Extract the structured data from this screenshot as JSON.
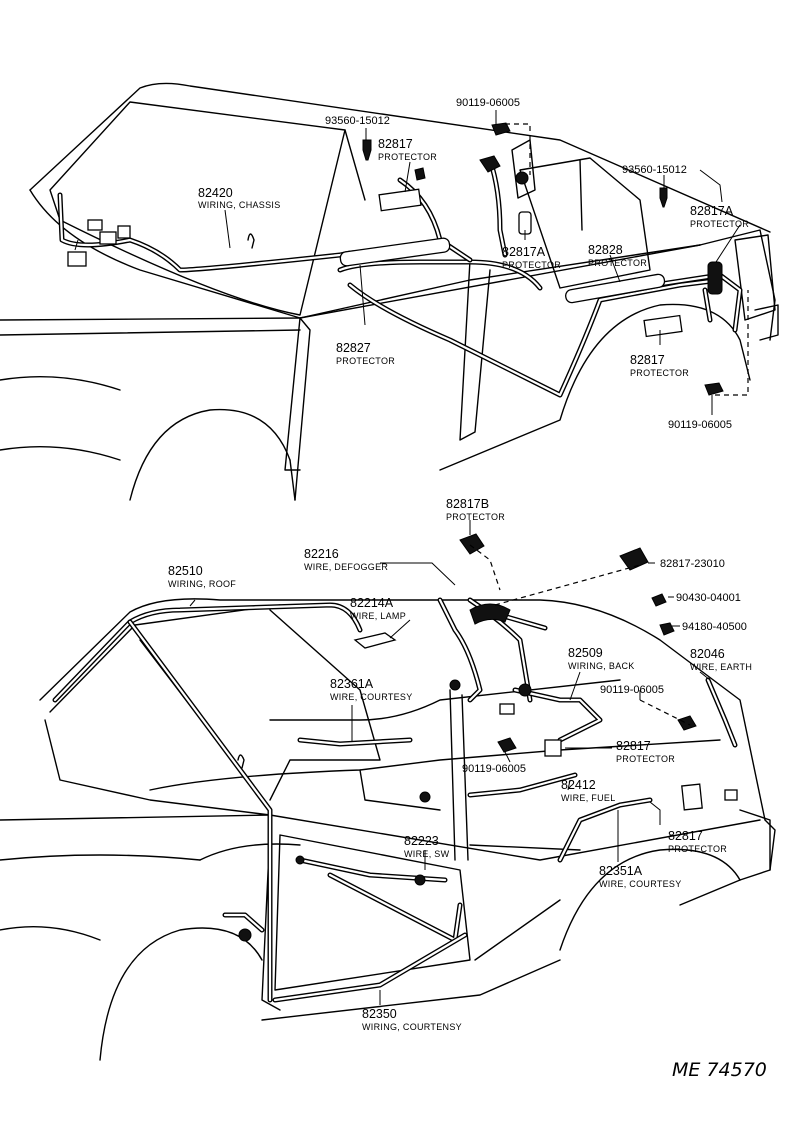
{
  "upper": {
    "labels": [
      {
        "id": "p93560a",
        "number": "93560-15012",
        "desc": ""
      },
      {
        "id": "p90119a",
        "number": "90119-06005",
        "desc": ""
      },
      {
        "id": "p82817a",
        "number": "82817",
        "desc": "PROTECTOR"
      },
      {
        "id": "p82420",
        "number": "82420",
        "desc": "WIRING, CHASSIS"
      },
      {
        "id": "p93560b",
        "number": "93560-15012",
        "desc": ""
      },
      {
        "id": "p82817Aa",
        "number": "82817A",
        "desc": "PROTECTOR"
      },
      {
        "id": "p82817Ab",
        "number": "82817A",
        "desc": "PROTECTOR"
      },
      {
        "id": "p82828",
        "number": "82828",
        "desc": "PROTECTOR"
      },
      {
        "id": "p82827",
        "number": "82827",
        "desc": "PROTECTOR"
      },
      {
        "id": "p82817b",
        "number": "82817",
        "desc": "PROTECTOR"
      },
      {
        "id": "p90119b",
        "number": "90119-06005",
        "desc": ""
      }
    ]
  },
  "lower": {
    "labels": [
      {
        "id": "p82817B",
        "number": "82817B",
        "desc": "PROTECTOR"
      },
      {
        "id": "p82216",
        "number": "82216",
        "desc": "WIRE, DEFOGGER"
      },
      {
        "id": "p82510",
        "number": "82510",
        "desc": "WIRING, ROOF"
      },
      {
        "id": "p82214A",
        "number": "82214A",
        "desc": "WIRE, LAMP"
      },
      {
        "id": "p8281723010",
        "number": "82817-23010",
        "desc": ""
      },
      {
        "id": "p9043004001",
        "number": "90430-04001",
        "desc": ""
      },
      {
        "id": "p9418040500",
        "number": "94180-40500",
        "desc": ""
      },
      {
        "id": "p82509",
        "number": "82509",
        "desc": "WIRING, BACK"
      },
      {
        "id": "p82046",
        "number": "82046",
        "desc": "WIRE, EARTH"
      },
      {
        "id": "p82361A",
        "number": "82361A",
        "desc": "WIRE, COURTESY"
      },
      {
        "id": "p90119c",
        "number": "90119-06005",
        "desc": ""
      },
      {
        "id": "p82817c",
        "number": "82817",
        "desc": "PROTECTOR"
      },
      {
        "id": "p90119d",
        "number": "90119-06005",
        "desc": ""
      },
      {
        "id": "p82412",
        "number": "82412",
        "desc": "WIRE, FUEL"
      },
      {
        "id": "p82817d",
        "number": "82817",
        "desc": "PROTECTOR"
      },
      {
        "id": "p82223",
        "number": "82223",
        "desc": "WIRE, SW"
      },
      {
        "id": "p82351A",
        "number": "82351A",
        "desc": "WIRE, COURTESY"
      },
      {
        "id": "p82350",
        "number": "82350",
        "desc": "WIRING, COURTENSY"
      }
    ]
  },
  "catalog_code": "ME 74570"
}
